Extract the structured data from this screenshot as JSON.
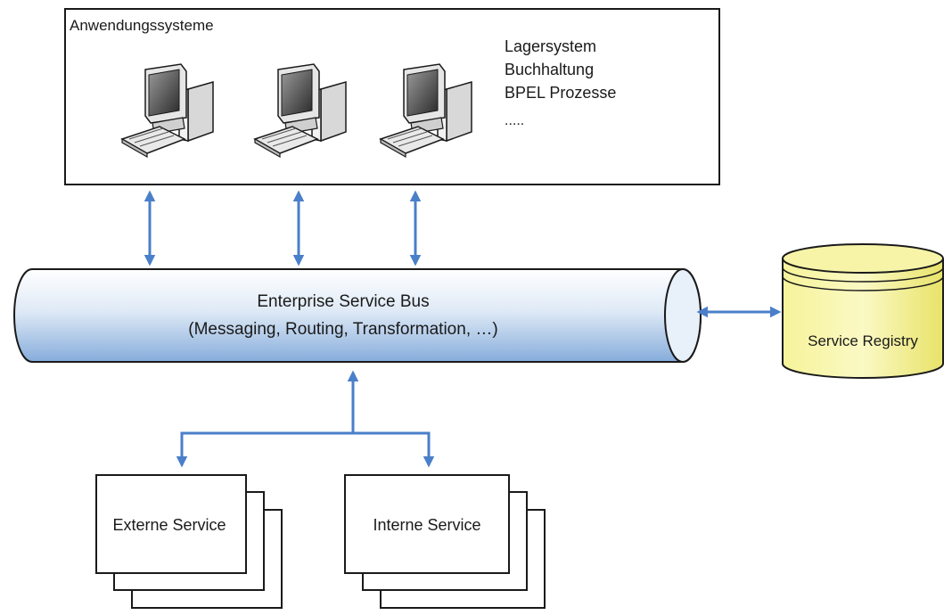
{
  "application_systems": {
    "title": "Anwendungssysteme",
    "items": [
      "Lagersystem",
      "Buchhaltung",
      "BPEL Prozesse",
      "....."
    ],
    "computers": [
      {
        "icon": "desktop-computer-icon"
      },
      {
        "icon": "desktop-computer-icon"
      },
      {
        "icon": "desktop-computer-icon"
      }
    ]
  },
  "esb": {
    "title": "Enterprise Service Bus",
    "subtitle": "(Messaging, Routing, Transformation, …)"
  },
  "registry": {
    "label": "Service Registry",
    "color": "#f2f08a"
  },
  "services": {
    "external": "Externe Service",
    "internal": "Interne Service"
  },
  "colors": {
    "connector": "#4a7fc9",
    "bus_light": "#ffffff",
    "bus_dark": "#8fb5e0",
    "outline": "#1a1a1a"
  }
}
